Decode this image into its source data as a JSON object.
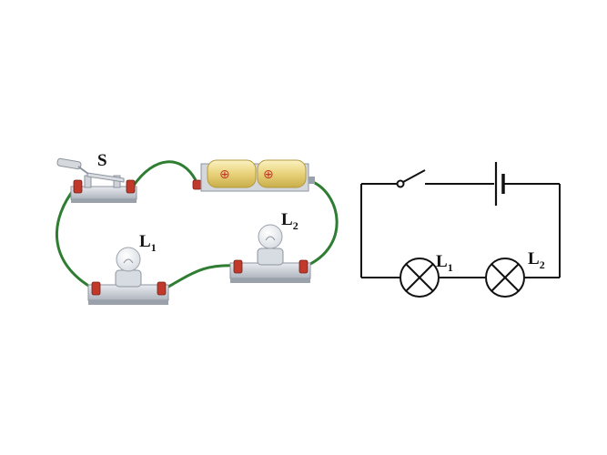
{
  "physical_circuit": {
    "switch_label": "S",
    "lamp1": {
      "letter": "L",
      "sub": "1"
    },
    "lamp2": {
      "letter": "L",
      "sub": "2"
    },
    "battery_cell_symbols": [
      "⊕",
      "⊕"
    ]
  },
  "schematic": {
    "lamp1": {
      "letter": "L",
      "sub": "1"
    },
    "lamp2": {
      "letter": "L",
      "sub": "2"
    }
  },
  "colors": {
    "wire": "#2f7d32",
    "terminal": "#c0392b",
    "base": "#c9ced6",
    "battery": "#e6cf73",
    "schematic_line": "#111111"
  }
}
